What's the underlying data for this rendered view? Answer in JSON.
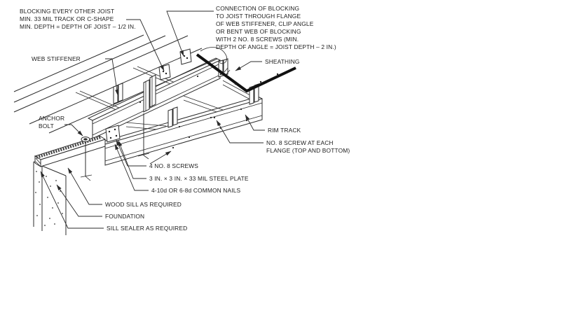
{
  "figure": {
    "type": "construction-detail-diagram",
    "colors": {
      "line": "#2b2b2b",
      "background": "#ffffff",
      "sheathing": "#111111"
    },
    "labels": {
      "blocking_l1": "BLOCKING EVERY OTHER JOIST",
      "blocking_l2": "MIN. 33 MIL TRACK OR C-SHAPE",
      "blocking_l3": "MIN. DEPTH = DEPTH OF JOIST – 1/2 IN.",
      "connection_l1": "CONNECTION OF BLOCKING",
      "connection_l2": "TO JOIST THROUGH FLANGE",
      "connection_l3": "OF WEB STIFFENER, CLIP ANGLE",
      "connection_l4": "OR BENT WEB OF BLOCKING",
      "connection_l5": "WITH 2 NO. 8 SCREWS (MIN.",
      "connection_l6": "DEPTH OF ANGLE = JOIST DEPTH – 2 IN.)",
      "web_stiffener": "WEB STIFFENER",
      "anchor_l1": "ANCHOR",
      "anchor_l2": "BOLT",
      "sheathing": "SHEATHING",
      "rim_track": "RIM TRACK",
      "no8_screw_l1": "NO. 8 SCREW AT EACH",
      "no8_screw_l2": "FLANGE (TOP AND BOTTOM)",
      "four_screws": "4 NO. 8 SCREWS",
      "steel_plate": "3 IN. × 3 IN. × 33 MIL STEEL PLATE",
      "nails": "4-10d OR 6-8d COMMON NAILS",
      "wood_sill": "WOOD SILL AS REQUIRED",
      "foundation": "FOUNDATION",
      "sill_sealer": "SILL SEALER AS REQUIRED"
    }
  }
}
